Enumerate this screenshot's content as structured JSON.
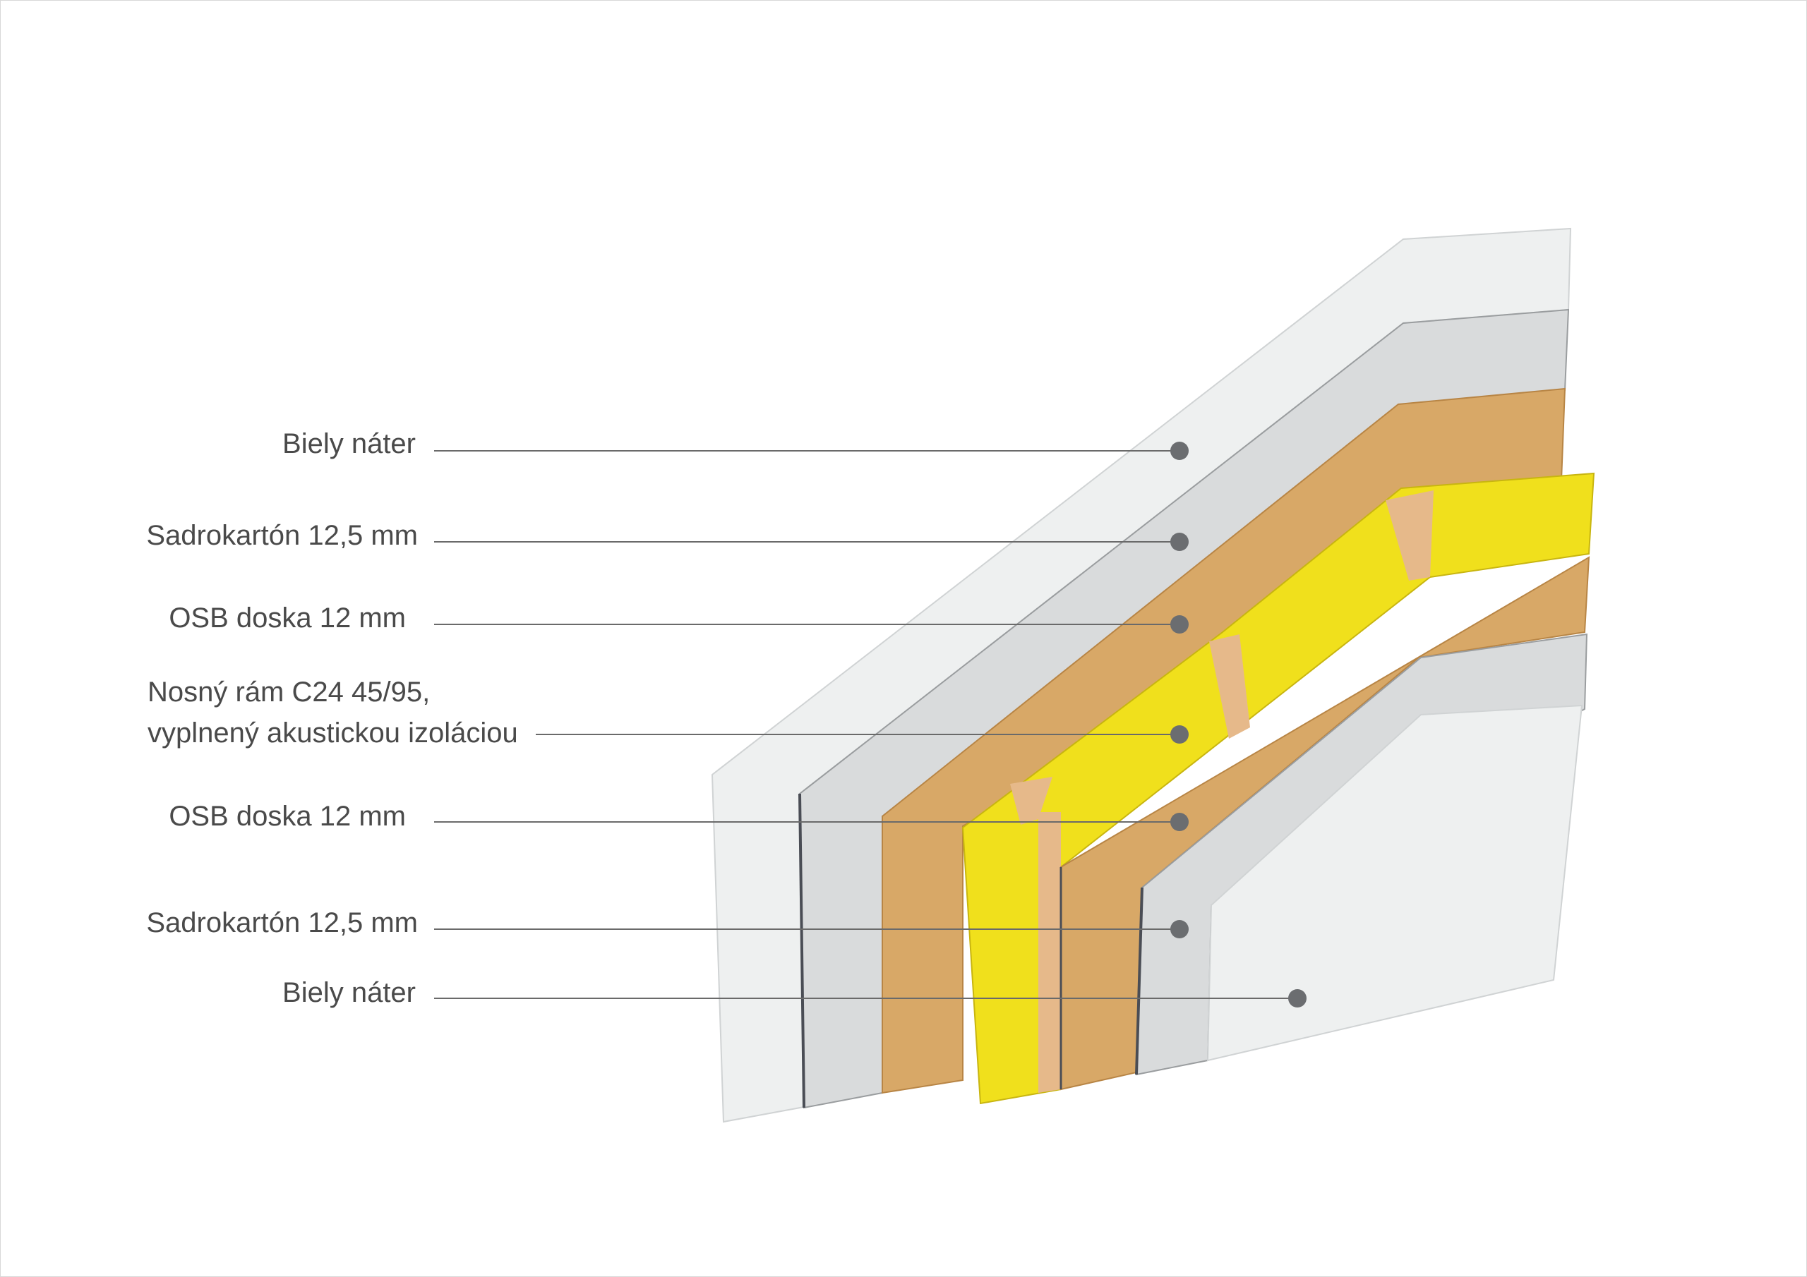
{
  "diagram": {
    "type": "wall-cross-section",
    "layers": [
      {
        "label": "Biely náter"
      },
      {
        "label": "Sadrokartón 12,5 mm"
      },
      {
        "label": "OSB doska 12 mm"
      },
      {
        "label_line1": "Nosný rám C24 45/95,",
        "label_line2": "vyplnený akustickou izoláciou"
      },
      {
        "label": "OSB doska 12 mm"
      },
      {
        "label": "Sadrokartón 12,5 mm"
      },
      {
        "label": "Biely náter"
      }
    ],
    "colors": {
      "plaster": "#eef0f0",
      "drywall": "#d9dbdc",
      "osb": "#d8a867",
      "insulation": "#f0e01c",
      "stud": "#e6b98a",
      "leader": "#6a6a6a",
      "dot": "#6b6d70"
    }
  }
}
